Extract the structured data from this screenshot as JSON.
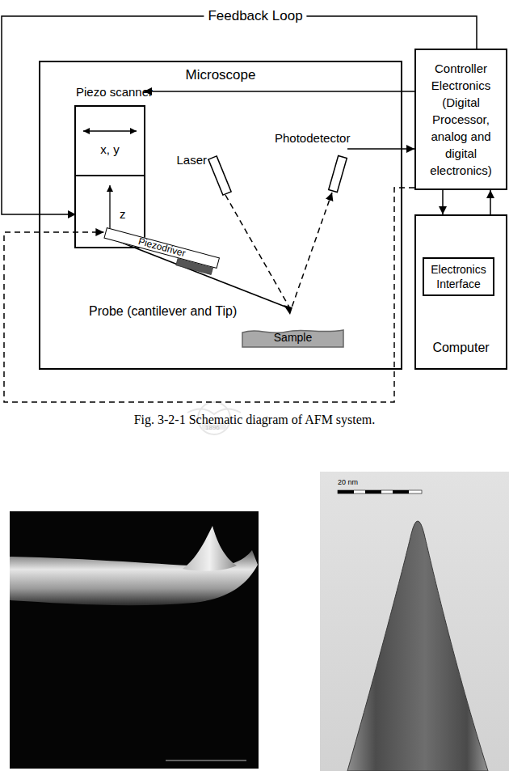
{
  "diagram": {
    "caption": "Fig. 3-2-1 Schematic diagram of AFM system.",
    "nodes": [
      {
        "text": [
          "Microscope"
        ]
      },
      {
        "text": [
          "Piezo scanner"
        ],
        "in": 0
      },
      {
        "text": [
          "x, y"
        ],
        "in": 1
      },
      {
        "text": [
          "z"
        ],
        "in": 1
      },
      {
        "text": [
          "Laser"
        ],
        "in": 0
      },
      {
        "text": [
          "Photodetector"
        ],
        "in": 0
      },
      {
        "text": [
          "Piezodriver"
        ],
        "in": 0
      },
      {
        "text": [
          "Sample"
        ],
        "in": 0
      },
      {
        "text": [
          "Controller Electronics (Digital Processor, analog and digital electronics)"
        ]
      },
      {
        "text": [
          "Computer"
        ]
      },
      {
        "text": [
          "Electronics Interface"
        ],
        "in": 9
      }
    ],
    "edges": [
      {
        "from": 8,
        "to": 2,
        "arrow": "to"
      },
      {
        "from": 8,
        "to": 3,
        "label": "Feedback Loop",
        "arrow": "to"
      },
      {
        "from": 4,
        "to": 5,
        "arrow": "to"
      },
      {
        "from": 5,
        "to": 8,
        "arrow": "to"
      },
      {
        "from": 8,
        "to": 9,
        "arrow": "to"
      },
      {
        "from": 9,
        "to": 8,
        "arrow": "to"
      },
      {
        "from": 8,
        "to": 6,
        "arrow": "to"
      }
    ],
    "labels": [
      "Probe (cantilever and Tip)",
      "1896",
      "20 nm"
    ]
  }
}
